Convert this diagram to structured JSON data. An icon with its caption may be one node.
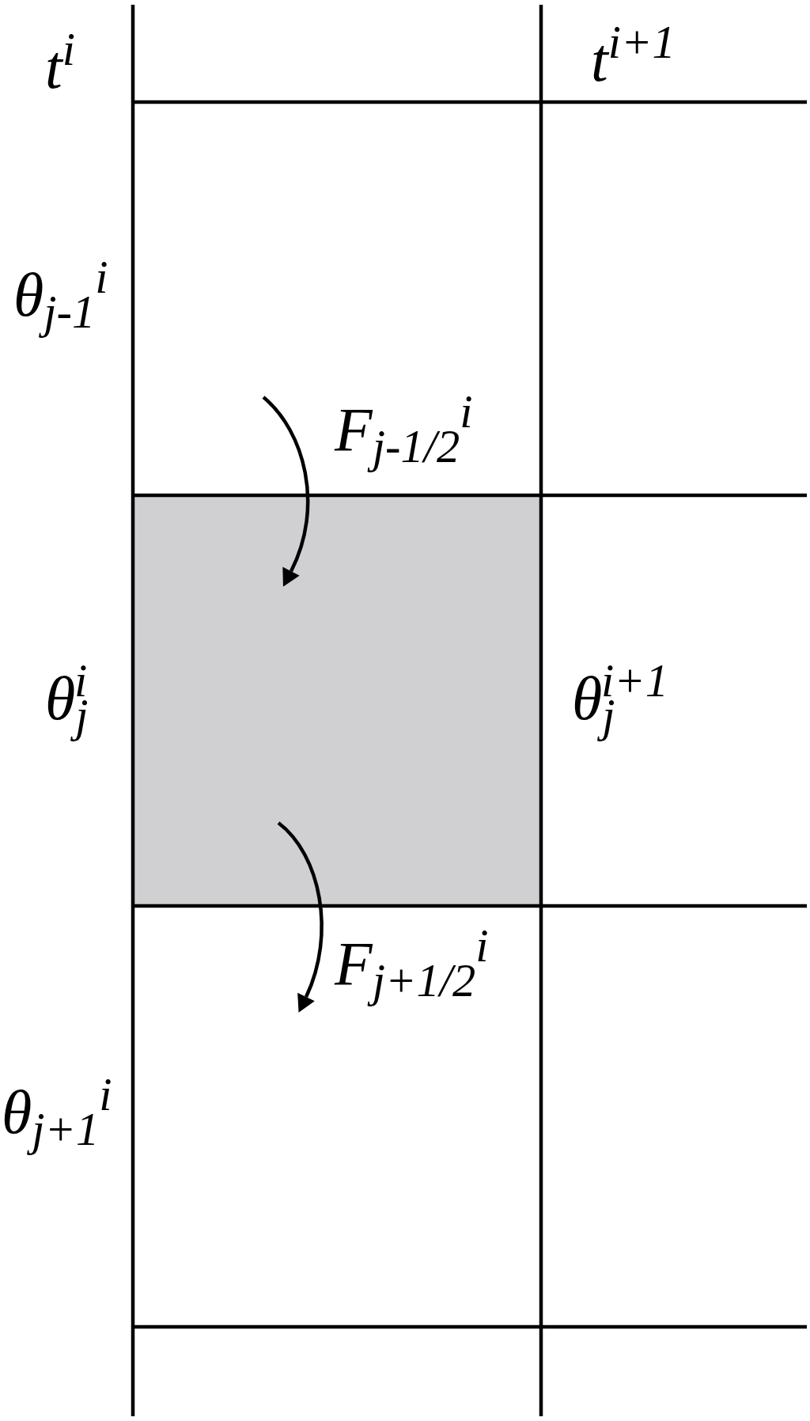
{
  "diagram": {
    "labels": [
      "t$^{i}$",
      "t$^{i+1}$",
      "θ$_{j-1}$$^{i}$",
      "F$_{j-1/2}$$^{i}$",
      "θ$_{j}$$^{i}$",
      "θ$_{j}$$^{i+1}$",
      "F$_{j+1/2}$$^{i}$",
      "θ$_{j+1}$$^{i}$"
    ]
  }
}
